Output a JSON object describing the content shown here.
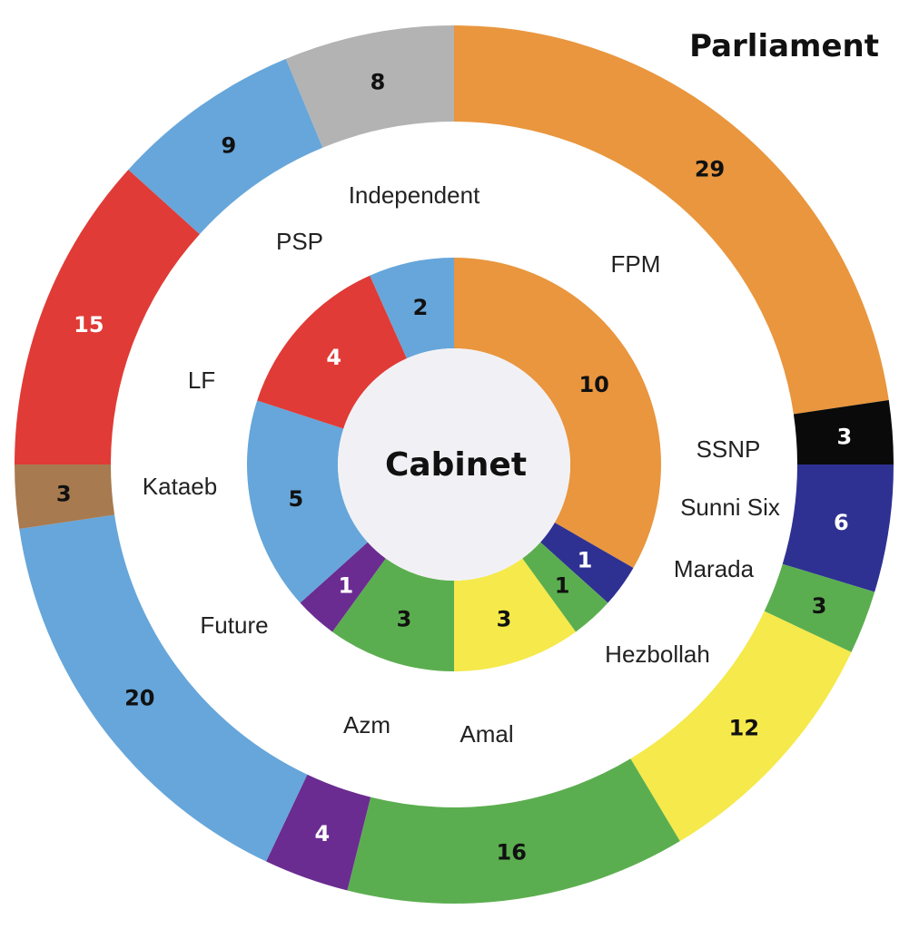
{
  "chart_data": {
    "type": "pie",
    "variant": "nested-donut",
    "title": "Parliament",
    "center_label": "Cabinet",
    "legend": "none",
    "colors": {
      "FPM": "#E9963E",
      "SSNP": "#0A0A0A",
      "Sunni Six": "#2E3192",
      "Marada": "#5BAE4F",
      "Hezbollah": "#F5E94B",
      "Amal": "#5BAE4F",
      "Azm": "#6A2C91",
      "Future": "#66A6DA",
      "Kataeb": "#A87A50",
      "LF": "#E03B36",
      "PSP": "#66A6DA",
      "Independent": "#B3B3B3"
    },
    "series": [
      {
        "name": "Parliament",
        "categories": [
          "FPM",
          "SSNP",
          "Sunni Six",
          "Marada",
          "Hezbollah",
          "Amal",
          "Azm",
          "Future",
          "Kataeb",
          "LF",
          "PSP",
          "Independent"
        ],
        "values": [
          29,
          3,
          6,
          3,
          12,
          16,
          4,
          20,
          3,
          15,
          9,
          8
        ]
      },
      {
        "name": "Cabinet",
        "categories": [
          "FPM",
          "Sunni Six",
          "Marada",
          "Hezbollah",
          "Amal",
          "Azm",
          "Future",
          "LF",
          "PSP"
        ],
        "values": [
          10,
          1,
          1,
          3,
          3,
          1,
          5,
          4,
          2
        ]
      }
    ],
    "party_labels": [
      "Independent",
      "FPM",
      "PSP",
      "LF",
      "SSNP",
      "Kataeb",
      "Sunni Six",
      "Marada",
      "Future",
      "Hezbollah",
      "Azm",
      "Amal"
    ]
  }
}
